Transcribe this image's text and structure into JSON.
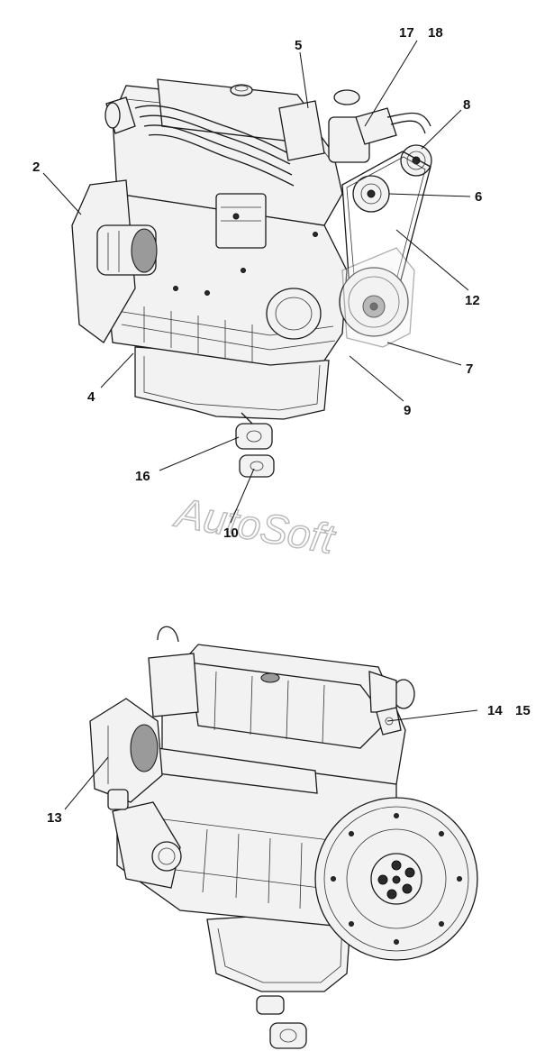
{
  "watermark": "AutoSoft",
  "callouts": [
    {
      "id": "c5",
      "text": "5"
    },
    {
      "id": "c17",
      "text": "17"
    },
    {
      "id": "c18",
      "text": "18"
    },
    {
      "id": "c8",
      "text": "8"
    },
    {
      "id": "c2",
      "text": "2"
    },
    {
      "id": "c6",
      "text": "6"
    },
    {
      "id": "c12",
      "text": "12"
    },
    {
      "id": "c7",
      "text": "7"
    },
    {
      "id": "c4",
      "text": "4"
    },
    {
      "id": "c9",
      "text": "9"
    },
    {
      "id": "c16",
      "text": "16"
    },
    {
      "id": "c10",
      "text": "10"
    },
    {
      "id": "c14",
      "text": "14"
    },
    {
      "id": "c15",
      "text": "15"
    },
    {
      "id": "c13",
      "text": "13"
    }
  ]
}
